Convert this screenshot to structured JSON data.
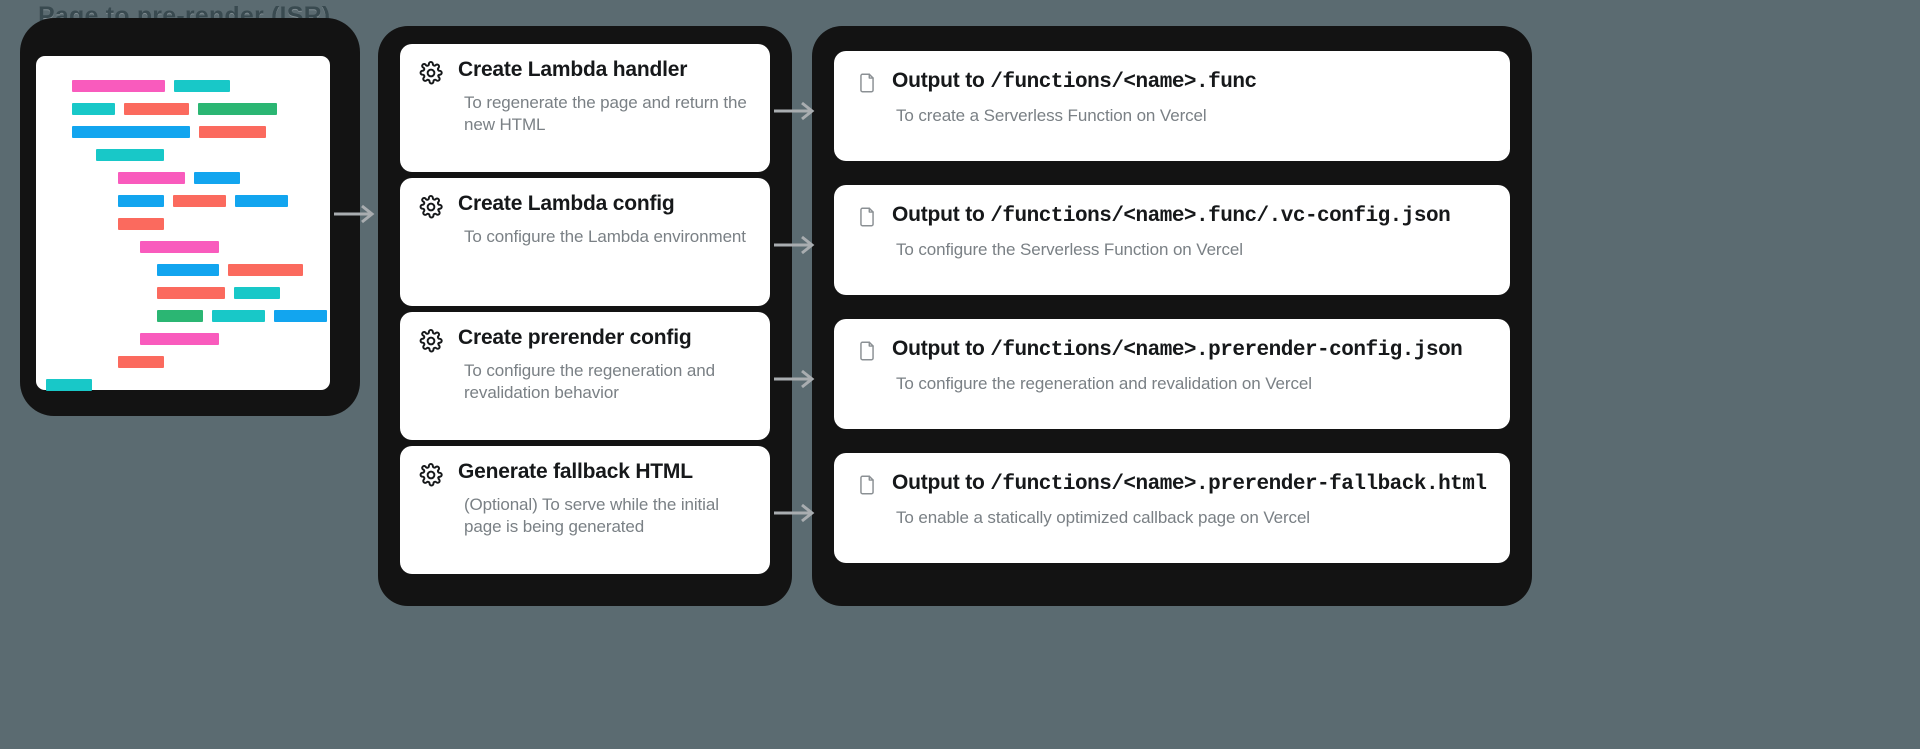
{
  "diagram": {
    "title": "Page to pre-render (ISR)",
    "type": "pipeline-flow",
    "colors": {
      "background": "#5b6b71",
      "group_fill": "#131313",
      "card_fill": "#ffffff",
      "title_text": "#394a50",
      "heading_text": "#16181a",
      "description_text": "#7a8085",
      "arrow": "#a9adb0",
      "code_pink": "#f95bbd",
      "code_cyan": "#18c8c8",
      "code_red": "#fb6a5e",
      "code_green": "#2bb673",
      "code_blue": "#12a5ef"
    }
  },
  "source_panel": {
    "name": "page-to-prerender-preview",
    "label": "Page to pre-render (ISR)",
    "code_rows": [
      {
        "indent": 36,
        "bars": [
          {
            "w": 93,
            "c": "pink"
          },
          {
            "w": 56,
            "c": "cyan"
          }
        ]
      },
      {
        "indent": 36,
        "bars": [
          {
            "w": 43,
            "c": "cyan"
          },
          {
            "w": 65,
            "c": "red"
          },
          {
            "w": 79,
            "c": "green"
          }
        ]
      },
      {
        "indent": 36,
        "bars": [
          {
            "w": 118,
            "c": "blue"
          },
          {
            "w": 67,
            "c": "red"
          }
        ]
      },
      {
        "indent": 60,
        "bars": [
          {
            "w": 68,
            "c": "cyan"
          }
        ]
      },
      {
        "indent": 82,
        "bars": [
          {
            "w": 67,
            "c": "pink"
          },
          {
            "w": 46,
            "c": "blue"
          }
        ]
      },
      {
        "indent": 82,
        "bars": [
          {
            "w": 46,
            "c": "blue"
          },
          {
            "w": 53,
            "c": "red"
          },
          {
            "w": 53,
            "c": "blue"
          }
        ]
      },
      {
        "indent": 82,
        "bars": [
          {
            "w": 46,
            "c": "red"
          }
        ]
      },
      {
        "indent": 104,
        "bars": [
          {
            "w": 79,
            "c": "pink"
          }
        ]
      },
      {
        "indent": 121,
        "bars": [
          {
            "w": 62,
            "c": "blue"
          },
          {
            "w": 75,
            "c": "red"
          }
        ]
      },
      {
        "indent": 121,
        "bars": [
          {
            "w": 68,
            "c": "red"
          },
          {
            "w": 46,
            "c": "cyan"
          }
        ]
      },
      {
        "indent": 121,
        "bars": [
          {
            "w": 46,
            "c": "green"
          },
          {
            "w": 53,
            "c": "cyan"
          },
          {
            "w": 53,
            "c": "blue"
          }
        ]
      },
      {
        "indent": 104,
        "bars": [
          {
            "w": 79,
            "c": "pink"
          }
        ]
      },
      {
        "indent": 82,
        "bars": [
          {
            "w": 46,
            "c": "red"
          }
        ]
      },
      {
        "indent": 10,
        "bars": [
          {
            "w": 46,
            "c": "cyan"
          }
        ]
      }
    ]
  },
  "steps": [
    {
      "icon": "gear-icon",
      "title": "Create Lambda handler",
      "description": "To regenerate the page and return the new HTML"
    },
    {
      "icon": "gear-icon",
      "title": "Create Lambda config",
      "description": "To configure the Lambda environment"
    },
    {
      "icon": "gear-icon",
      "title": "Create prerender config",
      "description": "To configure the regeneration and revalidation behavior"
    },
    {
      "icon": "gear-icon",
      "title": "Generate fallback HTML",
      "description": "(Optional) To serve while the initial page is being generated"
    }
  ],
  "outputs": [
    {
      "icon": "file-icon",
      "prefix": "Output to ",
      "path": "/functions/<name>.func",
      "description": "To create a Serverless Function on Vercel"
    },
    {
      "icon": "file-icon",
      "prefix": "Output to ",
      "path": "/functions/<name>.func/.vc-config.json",
      "description": "To configure the Serverless Function on Vercel"
    },
    {
      "icon": "file-icon",
      "prefix": "Output to ",
      "path": "/functions/<name>.prerender-config.json",
      "description": "To configure the regeneration and revalidation on Vercel"
    },
    {
      "icon": "file-icon",
      "prefix": "Output to ",
      "path": "/functions/<name>.prerender-fallback.html",
      "description": "To enable a statically optimized callback page on Vercel"
    }
  ],
  "arrows": {
    "source_to_steps": "arrow-right-icon",
    "step_to_output": "arrow-right-icon",
    "count": 5
  }
}
